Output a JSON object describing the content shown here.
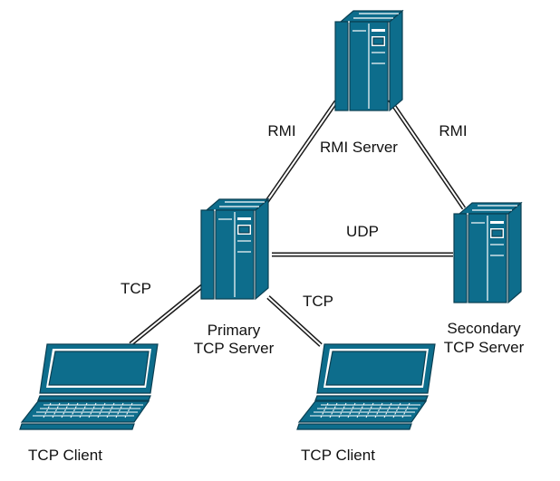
{
  "colors": {
    "device_fill": "#0d6d8c",
    "device_stroke": "#0a3f52",
    "device_highlight": "#ffffff",
    "link": "#1a1a1a",
    "text": "#111111"
  },
  "nodes": {
    "rmi_server": {
      "label": "RMI Server",
      "icon": "server-tower-icon"
    },
    "primary_server": {
      "label_line1": "Primary",
      "label_line2": "TCP Server",
      "icon": "server-tower-icon"
    },
    "secondary_server": {
      "label_line1": "Secondary",
      "label_line2": "TCP Server",
      "icon": "server-tower-icon"
    },
    "client_left": {
      "label": "TCP Client",
      "icon": "laptop-icon"
    },
    "client_right": {
      "label": "TCP Client",
      "icon": "laptop-icon"
    }
  },
  "links": {
    "rmi_primary": {
      "label": "RMI"
    },
    "rmi_secondary": {
      "label": "RMI"
    },
    "primary_secondary": {
      "label": "UDP"
    },
    "primary_client_left": {
      "label": "TCP"
    },
    "primary_client_right": {
      "label": "TCP"
    }
  }
}
